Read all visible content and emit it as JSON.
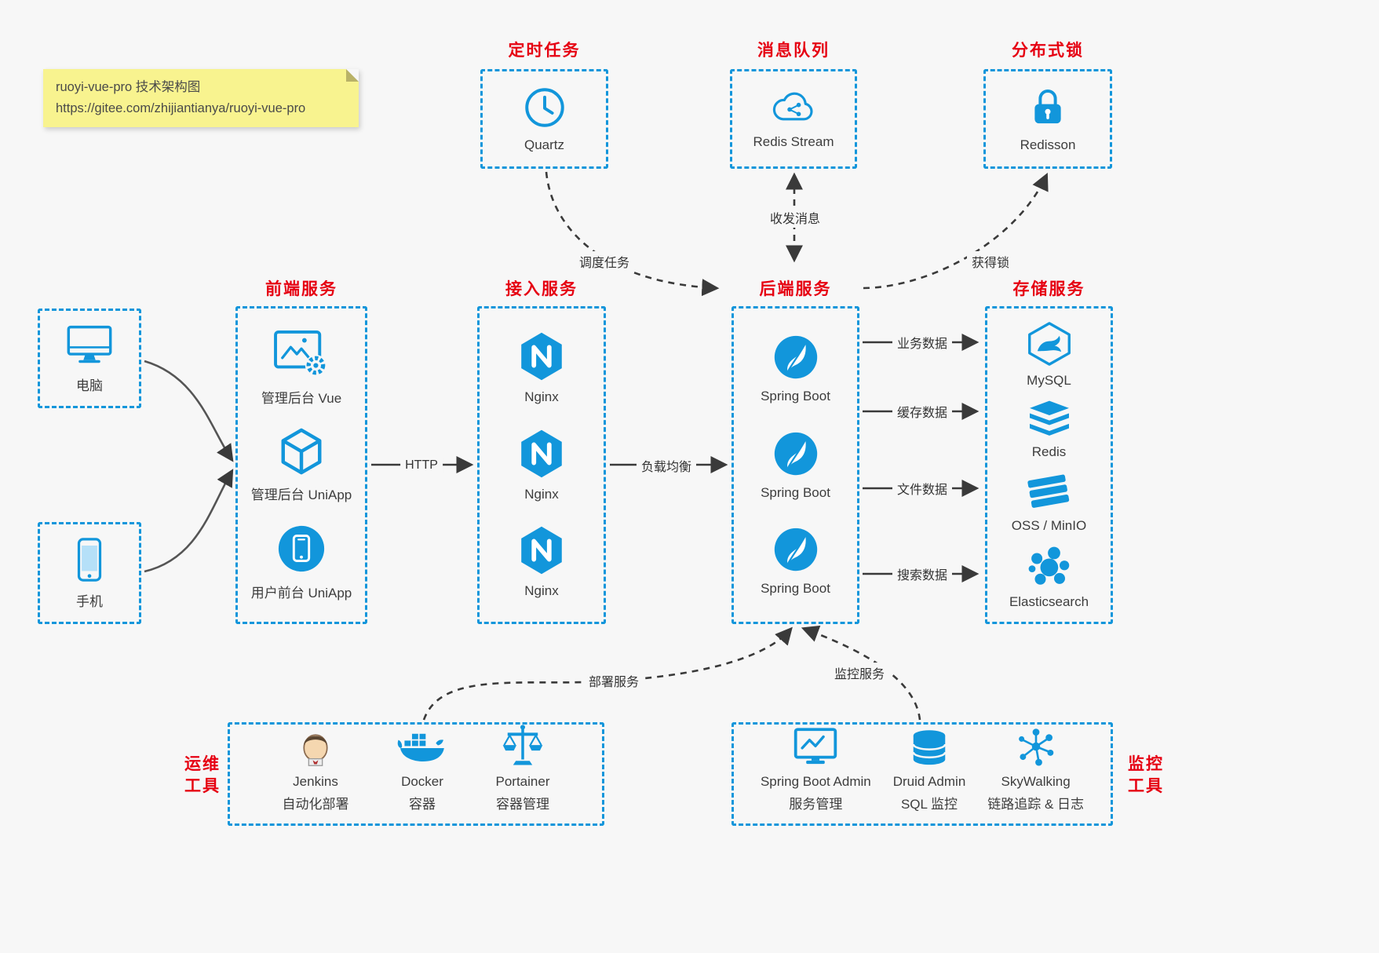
{
  "note": {
    "line1": "ruoyi-vue-pro 技术架构图",
    "line2": "https://gitee.com/zhijiantianya/ruoyi-vue-pro"
  },
  "top_groups": [
    {
      "title": "定时任务",
      "item": {
        "label": "Quartz",
        "icon": "quartz-clock-icon"
      }
    },
    {
      "title": "消息队列",
      "item": {
        "label": "Redis Stream",
        "icon": "redis-stream-cloud-icon"
      }
    },
    {
      "title": "分布式锁",
      "item": {
        "label": "Redisson",
        "icon": "redisson-lock-icon"
      }
    }
  ],
  "clients": [
    {
      "label": "电脑",
      "icon": "desktop-computer-icon"
    },
    {
      "label": "手机",
      "icon": "mobile-phone-icon"
    }
  ],
  "columns": [
    {
      "title": "前端服务",
      "items": [
        {
          "label": "管理后台 Vue",
          "icon": "vue-admin-icon"
        },
        {
          "label": "管理后台 UniApp",
          "icon": "uniapp-cube-icon"
        },
        {
          "label": "用户前台 UniApp",
          "icon": "uniapp-user-icon"
        }
      ]
    },
    {
      "title": "接入服务",
      "items": [
        {
          "label": "Nginx",
          "icon": "nginx-icon"
        },
        {
          "label": "Nginx",
          "icon": "nginx-icon"
        },
        {
          "label": "Nginx",
          "icon": "nginx-icon"
        }
      ]
    },
    {
      "title": "后端服务",
      "items": [
        {
          "label": "Spring Boot",
          "icon": "spring-boot-icon"
        },
        {
          "label": "Spring Boot",
          "icon": "spring-boot-icon"
        },
        {
          "label": "Spring Boot",
          "icon": "spring-boot-icon"
        }
      ]
    },
    {
      "title": "存储服务",
      "items": [
        {
          "label": "MySQL",
          "icon": "mysql-icon"
        },
        {
          "label": "Redis",
          "icon": "redis-icon"
        },
        {
          "label": "OSS / MinIO",
          "icon": "oss-minio-icon"
        },
        {
          "label": "Elasticsearch",
          "icon": "elasticsearch-icon"
        }
      ]
    }
  ],
  "bottom_groups": [
    {
      "title_line1": "运维",
      "title_line2": "工具",
      "items": [
        {
          "label": "Jenkins",
          "sublabel": "自动化部署",
          "icon": "jenkins-icon"
        },
        {
          "label": "Docker",
          "sublabel": "容器",
          "icon": "docker-icon"
        },
        {
          "label": "Portainer",
          "sublabel": "容器管理",
          "icon": "portainer-icon"
        }
      ]
    },
    {
      "title_line1": "监控",
      "title_line2": "工具",
      "items": [
        {
          "label": "Spring Boot Admin",
          "sublabel": "服务管理",
          "icon": "spring-boot-admin-icon"
        },
        {
          "label": "Druid Admin",
          "sublabel": "SQL 监控",
          "icon": "druid-database-icon"
        },
        {
          "label": "SkyWalking",
          "sublabel": "链路追踪 & 日志",
          "icon": "skywalking-icon"
        }
      ]
    }
  ],
  "edge_labels": {
    "schedule": "调度任务",
    "message": "收发消息",
    "lock": "获得锁",
    "http": "HTTP",
    "load_balance": "负载均衡",
    "business_data": "业务数据",
    "cache_data": "缓存数据",
    "file_data": "文件数据",
    "search_data": "搜索数据",
    "deploy": "部署服务",
    "monitor": "监控服务"
  },
  "colors": {
    "accent_blue": "#1296db",
    "title_red": "#e60012",
    "note_yellow": "#f8f38f",
    "arrow_dark": "#3a3a3a",
    "background": "#f7f7f7"
  }
}
